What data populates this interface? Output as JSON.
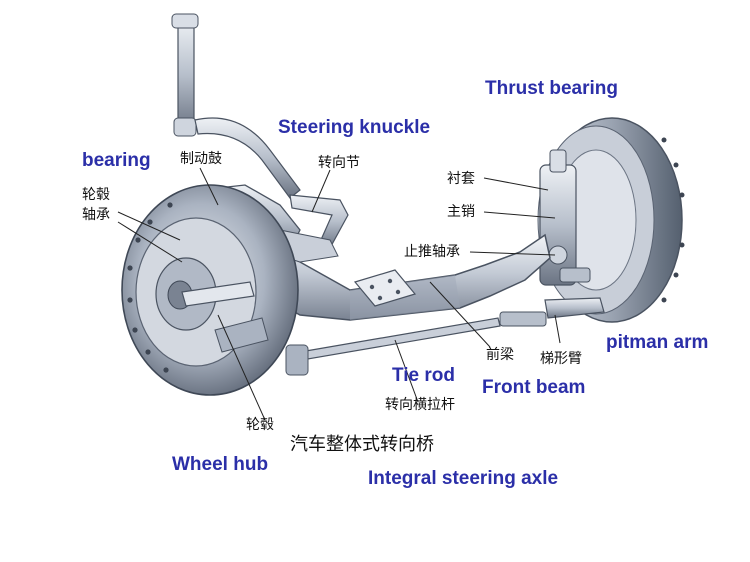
{
  "labels": {
    "thrust_bearing_en": "Thrust bearing",
    "steering_knuckle_en": "Steering knuckle",
    "bearing_en": "bearing",
    "brake_drum_zh": "制动鼓",
    "steering_knuckle_zh": "转向节",
    "hub_bearing_zh_1": "轮毂",
    "hub_bearing_zh_2": "轴承",
    "bushing_zh": "衬套",
    "kingpin_zh": "主销",
    "thrust_bearing_zh": "止推轴承",
    "pitman_arm_en": "pitman arm",
    "front_beam_zh": "前梁",
    "pitman_arm_zh": "梯形臂",
    "tie_rod_en": "Tie rod",
    "front_beam_en": "Front beam",
    "tie_rod_zh": "转向横拉杆",
    "wheel_hub_zh": "轮毂",
    "axle_title_zh": "汽车整体式转向桥",
    "wheel_hub_en": "Wheel hub",
    "integral_axle_en": "Integral steering axle"
  },
  "colors": {
    "english_label": "#2b2fa8",
    "chinese_label": "#111111",
    "metal_light": "#dde2ea",
    "metal_mid": "#a9b2c0",
    "metal_dark": "#5d6675"
  }
}
